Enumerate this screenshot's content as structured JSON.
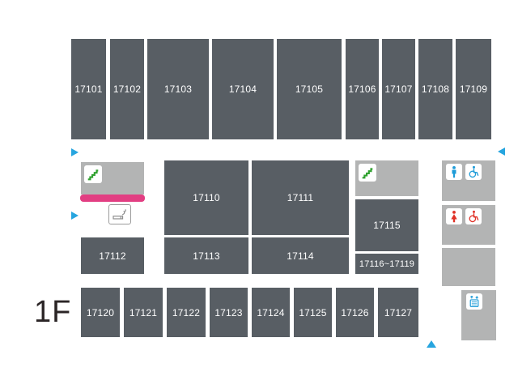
{
  "floor": {
    "label": "1F"
  },
  "shops": {
    "top": [
      "17101",
      "17102",
      "17103",
      "17104",
      "17105",
      "17106",
      "17107",
      "17108",
      "17109"
    ],
    "middle_large": [
      "17110",
      "17111"
    ],
    "middle_small": [
      "17112",
      "17113",
      "17114"
    ],
    "side": "17115",
    "side_range": "17116~17119",
    "bottom": [
      "17120",
      "17121",
      "17122",
      "17123",
      "17124",
      "17125",
      "17126",
      "17127"
    ]
  },
  "facilities": {
    "stairs_upper_left": {
      "icon": "stairs-icon"
    },
    "smoking_area": {
      "icon": "smoking-icon"
    },
    "stairs_center_right": {
      "icon": "stairs-icon"
    },
    "restroom_male": {
      "icons": [
        "male-icon",
        "wheelchair-icon"
      ]
    },
    "restroom_female": {
      "icons": [
        "female-icon",
        "wheelchair-icon"
      ]
    },
    "elevator": {
      "icon": "elevator-icon"
    }
  },
  "navigation": {
    "arrows": [
      {
        "direction": "right",
        "position": "upper-left"
      },
      {
        "direction": "right",
        "position": "mid-left"
      },
      {
        "direction": "left",
        "position": "upper-right"
      },
      {
        "direction": "up",
        "position": "bottom-right"
      }
    ]
  },
  "colors": {
    "shop_block": "#585e64",
    "facility_block": "#b3b4b4",
    "highlight_pink": "#e23e82",
    "arrow_blue": "#27a5df",
    "male_blue": "#1f9cd8",
    "female_red": "#e03127",
    "stairs_green": "#2fa12e",
    "smoke_gray": "#8a8a8a",
    "shop_text": "#ffffff",
    "floor_text": "#2b2526"
  }
}
